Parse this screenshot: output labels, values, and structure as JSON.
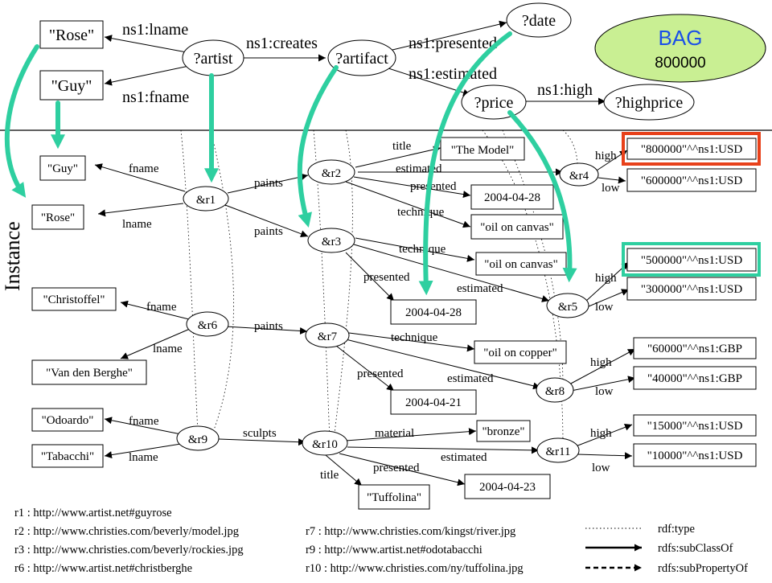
{
  "bag": {
    "title": "BAG",
    "value": "800000",
    "fill": "#c9ef93"
  },
  "section_label": "Instance",
  "colors": {
    "highlight_red": "#e8411a",
    "highlight_teal": "#2ecfa0",
    "arrow_teal": "#2ecfa0"
  },
  "pattern": {
    "nodes": {
      "rose": "\"Rose\"",
      "guy": "\"Guy\"",
      "artist": "?artist",
      "artifact": "?artifact",
      "date": "?date",
      "price": "?price",
      "highprice": "?highprice"
    },
    "edges": {
      "lname": "ns1:lname",
      "fname": "ns1:fname",
      "creates": "ns1:creates",
      "presented": "ns1:presented",
      "estimated": "ns1:estimated",
      "high": "ns1:high"
    }
  },
  "instance": {
    "nodes": {
      "r1": "&r1",
      "r2": "&r2",
      "r3": "&r3",
      "r4": "&r4",
      "r5": "&r5",
      "r6": "&r6",
      "r7": "&r7",
      "r8": "&r8",
      "r9": "&r9",
      "r10": "&r10",
      "r11": "&r11"
    },
    "literals": {
      "guy": "\"Guy\"",
      "rose": "\"Rose\"",
      "the_model": "\"The Model\"",
      "date_r2": "2004-04-28",
      "oil_r2": "\"oil on canvas\"",
      "oil_r3": "\"oil on canvas\"",
      "date_r3": "2004-04-28",
      "christoffel": "\"Christoffel\"",
      "vandenberghe": "\"Van den Berghe\"",
      "copper": "\"oil on copper\"",
      "date_r7": "2004-04-21",
      "odoardo": "\"Odoardo\"",
      "tabacchi": "\"Tabacchi\"",
      "bronze": "\"bronze\"",
      "tuffolina": "\"Tuffolina\"",
      "date_r10": "2004-04-23",
      "p800": "\"800000\"^^ns1:USD",
      "p600": "\"600000\"^^ns1:USD",
      "p500": "\"500000\"^^ns1:USD",
      "p300": "\"300000\"^^ns1:USD",
      "p60": "\"60000\"^^ns1:GBP",
      "p40": "\"40000\"^^ns1:GBP",
      "p15": "\"15000\"^^ns1:USD",
      "p10": "\"10000\"^^ns1:USD"
    },
    "edges": {
      "fname": "fname",
      "lname": "lname",
      "paints": "paints",
      "sculpts": "sculpts",
      "title": "title",
      "estimated": "estimated",
      "presented": "presented",
      "technique": "technique",
      "material": "material",
      "high": "high",
      "low": "low"
    }
  },
  "legend": {
    "refs": [
      "r1 : http://www.artist.net#guyrose",
      "r2 : http://www.christies.com/beverly/model.jpg",
      "r3 : http://www.christies.com/beverly/rockies.jpg",
      "r6 : http://www.artist.net#christberghe",
      "r7 : http://www.christies.com/kingst/river.jpg",
      "r9 : http://www.artist.net#odotabacchi",
      "r10 : http://www.christies.com/ny/tuffolina.jpg"
    ],
    "types": [
      "rdf:type",
      "rdfs:subClassOf",
      "rdfs:subPropertyOf"
    ]
  }
}
